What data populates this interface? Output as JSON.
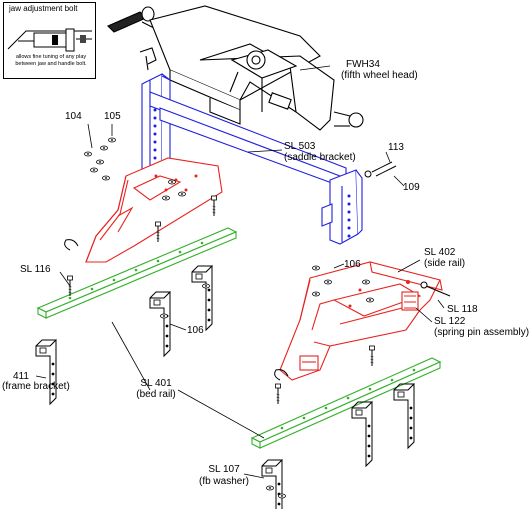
{
  "inset": {
    "title": "jaw adjustment bolt",
    "caption": "allows fine tuning of any play between jaw and handle bolt."
  },
  "labels": {
    "fwh34_code": "FWH34",
    "fwh34_name": "(fifth wheel head)",
    "sl503_code": "SL 503",
    "sl503_name": "(saddle bracket)",
    "p104": "104",
    "p105": "105",
    "p113": "113",
    "p109": "109",
    "sl402_code": "SL 402",
    "sl402_name": "(side rail)",
    "p106_top": "106",
    "sl116": "SL 116",
    "sl118": "SL 118",
    "sl122_code": "SL 122",
    "sl122_name": "(spring pin assembly)",
    "p106_mid": "106",
    "p411_code": "411",
    "p411_name": "(frame bracket)",
    "sl401_code": "SL 401",
    "sl401_name": "(bed rail)",
    "sl107_code": "SL 107",
    "sl107_name": "(fb washer)"
  },
  "colors": {
    "saddle": "#1e1ee0",
    "siderail": "#e8231f",
    "bedrail": "#33b02a",
    "line": "#000000"
  }
}
